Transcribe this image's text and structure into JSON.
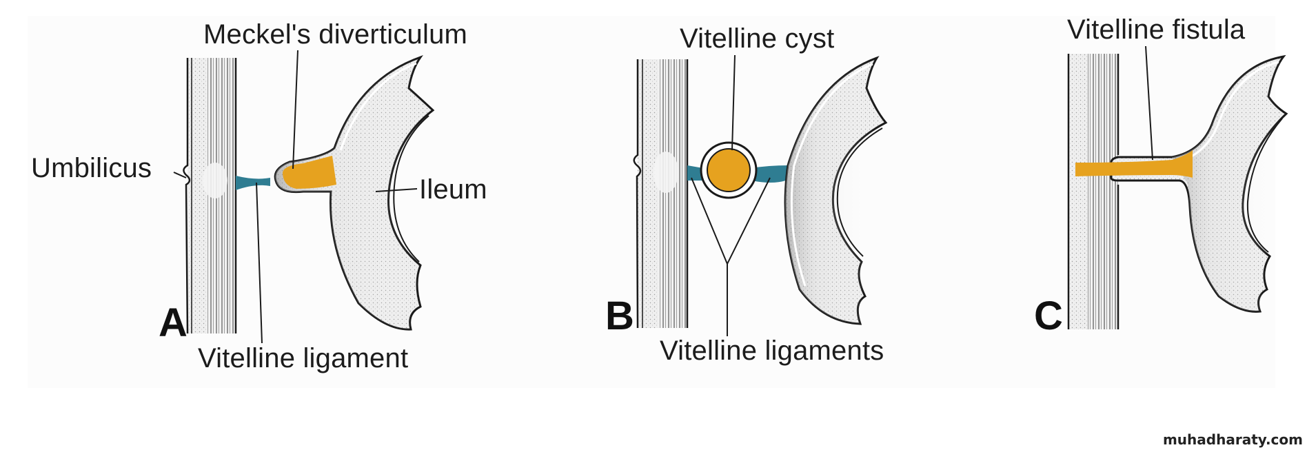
{
  "figure": {
    "title": "Vitelline duct anomalies",
    "colors": {
      "duct_contents": "#e6a21f",
      "ligament": "#2f7d92",
      "tissue_fill": "#eeeeee",
      "outline": "#1a1a1a"
    },
    "panels": [
      {
        "id": "A",
        "letter": "A",
        "labels": {
          "top": "Meckel's diverticulum",
          "left": "Umbilicus",
          "right": "Ileum",
          "bottom": "Vitelline ligament"
        }
      },
      {
        "id": "B",
        "letter": "B",
        "labels": {
          "top": "Vitelline cyst",
          "bottom": "Vitelline ligaments"
        }
      },
      {
        "id": "C",
        "letter": "C",
        "labels": {
          "top": "Vitelline fistula"
        }
      }
    ]
  },
  "watermark": "muhadharaty.com"
}
